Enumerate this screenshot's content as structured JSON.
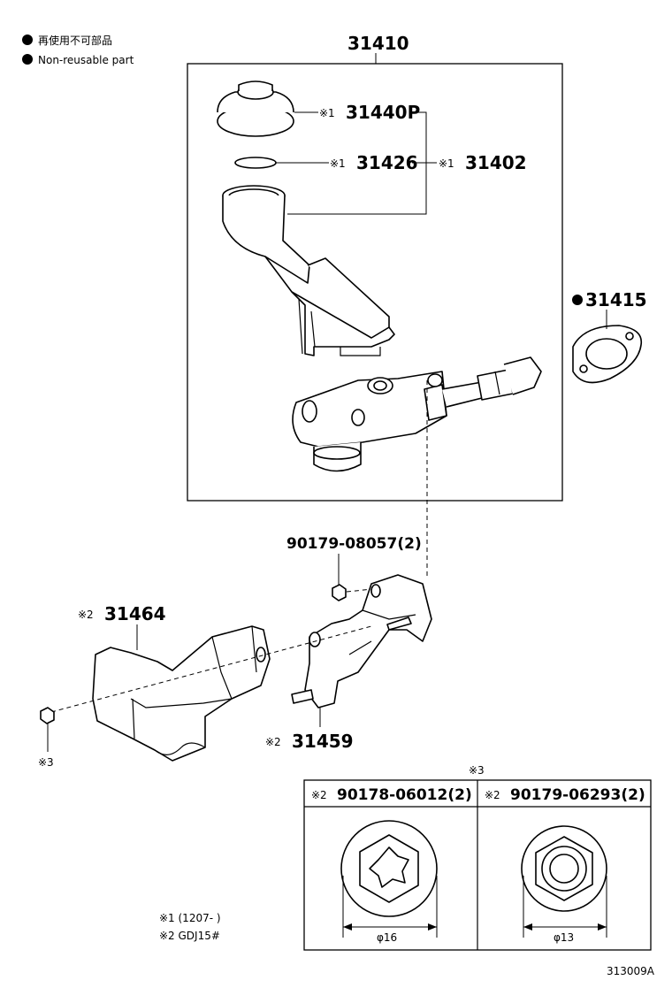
{
  "legend": {
    "bullet_jp": "再使用不可部品",
    "bullet_en": "Non-reusable part"
  },
  "parts": {
    "assembly": "31410",
    "reservoir_cap": "31440P",
    "reservoir_seal": "31426",
    "reservoir_set": "31402",
    "gasket": "31415",
    "nut_top": "90179-08057(2)",
    "bracket_cover": "31464",
    "bracket": "31459"
  },
  "marks": {
    "note1": "※1",
    "note2": "※2",
    "note3": "※3",
    "bullet": "●"
  },
  "table": {
    "header_note": "※3",
    "col1_part": "90178-06012(2)",
    "col2_part": "90179-06293(2)",
    "col1_dim": "φ16",
    "col2_dim": "φ13"
  },
  "footnotes": {
    "note1": "※1 (1207-    )",
    "note2": "※2 GDJ15#"
  },
  "figure_code": "313009A"
}
